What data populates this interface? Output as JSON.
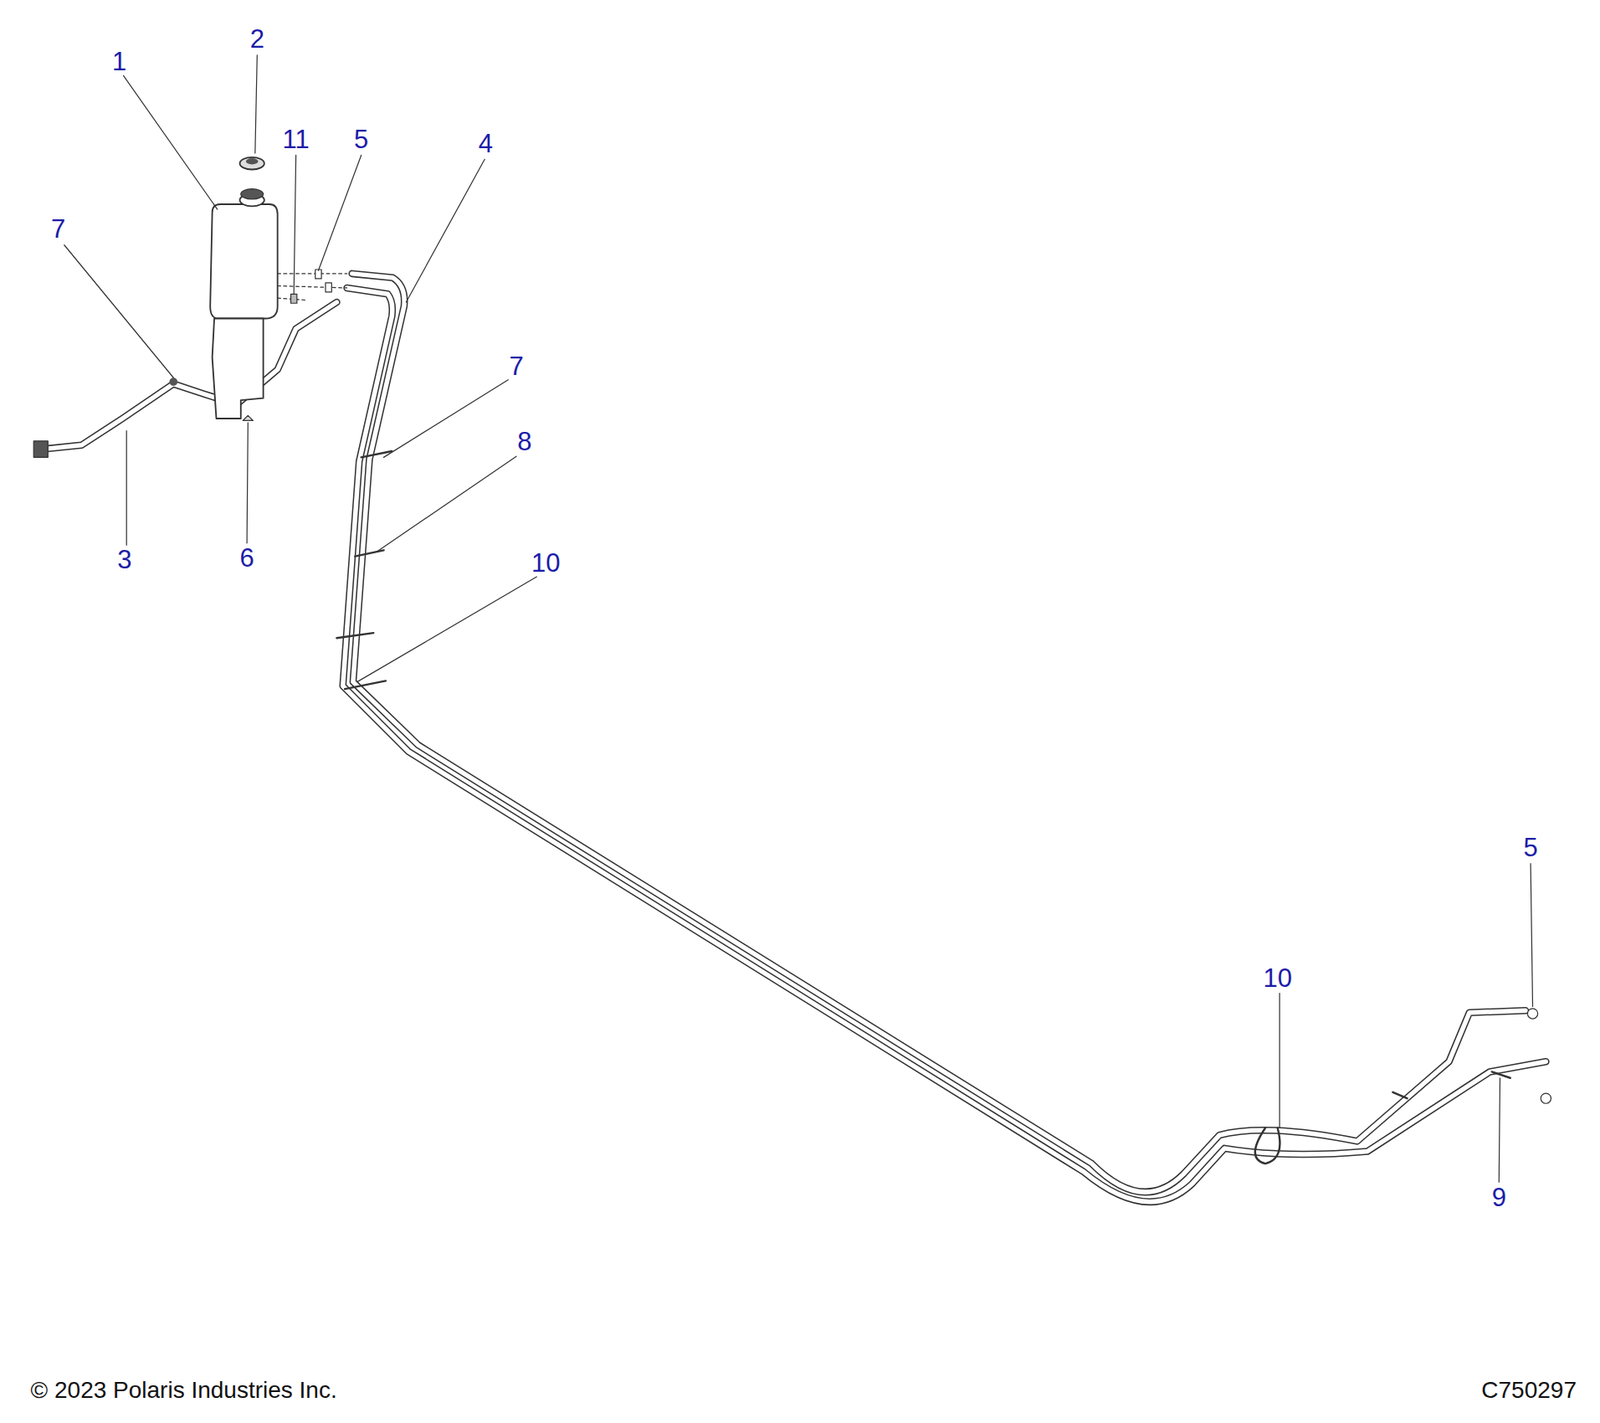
{
  "diagram": {
    "labels": [
      "1",
      "2",
      "11",
      "5",
      "4",
      "7",
      "7",
      "8",
      "10",
      "3",
      "6",
      "5",
      "10",
      "9",
      "© 2023 Polaris Industries Inc.",
      "C750297"
    ]
  }
}
